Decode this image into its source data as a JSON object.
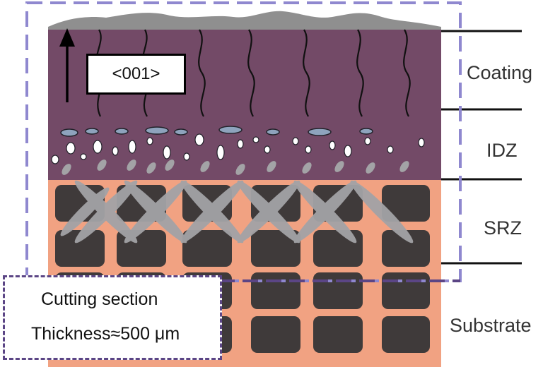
{
  "layers": {
    "coating": "Coating",
    "idz": "IDZ",
    "srz": "SRZ",
    "substrate": "Substrate"
  },
  "orientation": {
    "label": "<001>"
  },
  "cutting_box": {
    "title": "Cutting section",
    "thickness": "Thickness≈500 μm"
  },
  "colors": {
    "coating": "#734a67",
    "substrate": "#f1a282",
    "gamma_prime": "#3f3a3a",
    "needle": "#a3a3a6",
    "dashed_outline": "#8f88cf",
    "cut_outline": "#5b4585"
  }
}
